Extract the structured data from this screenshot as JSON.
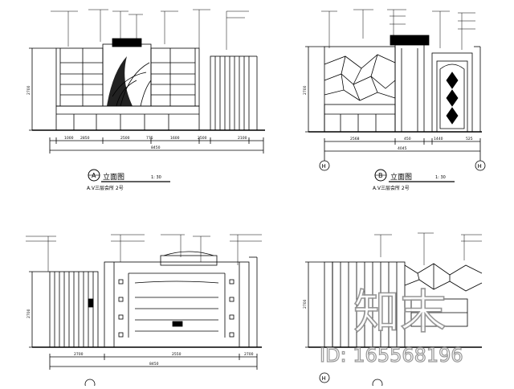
{
  "drawing": {
    "panels": [
      {
        "id": "A",
        "marker_letter": "A",
        "title": "立面图",
        "scale": "1: 30",
        "subtitle": "A.V三层会所 2号",
        "dims": [
          "1000",
          "2850",
          "2500",
          "775",
          "1600",
          "2500",
          "2100"
        ],
        "total_dim": "8450",
        "height_dim": "2700"
      },
      {
        "id": "B",
        "marker_letter": "B",
        "title": "立面图",
        "scale": "1: 30",
        "subtitle": "A.V三层会所 2号",
        "dims": [
          "2568",
          "450",
          "1440",
          "525"
        ],
        "total_dim": "4045",
        "height_dim": "2700",
        "grid_labels": [
          "H",
          "H"
        ]
      },
      {
        "id": "C",
        "dims": [
          "2700",
          "2550",
          "2700"
        ],
        "total_dim": "8450",
        "height_dim": "2700"
      },
      {
        "id": "D",
        "height_dim": "2700",
        "grid_labels": [
          "H"
        ]
      }
    ],
    "watermark": {
      "logo_text": "知末",
      "id_text": "ID: 165568196"
    }
  }
}
